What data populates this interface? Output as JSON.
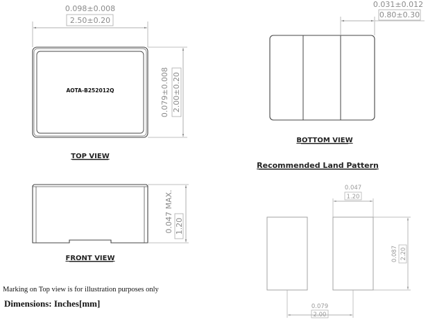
{
  "top_view": {
    "label": "TOP VIEW",
    "marking": "AOTA-B252012Q",
    "width_in": "0.098±0.008",
    "width_mm": "2.50±0.20",
    "height_in": "0.079±0.008",
    "height_mm": "2.00±0.20"
  },
  "bottom_view": {
    "label": "BOTTOM VIEW",
    "terminal_in": "0.031±0.012",
    "terminal_mm": "0.80±0.30"
  },
  "front_view": {
    "label": "FRONT VIEW",
    "height_in": "0.047 MAX.",
    "height_mm": "1.20"
  },
  "land_pattern": {
    "title": "Recommended Land Pattern",
    "pad_width_in": "0.047",
    "pad_width_mm": "1.20",
    "pad_height_in": "0.087",
    "pad_height_mm": "2.20",
    "pitch_in": "0.079",
    "pitch_mm": "2.00"
  },
  "notes": {
    "marking_note": "Marking on Top view is for illustration purposes only",
    "units": "Dimensions: Inches[mm]"
  },
  "colors": {
    "outline": "#444444",
    "dimension": "#9a9a9a",
    "background": "#ffffff"
  }
}
